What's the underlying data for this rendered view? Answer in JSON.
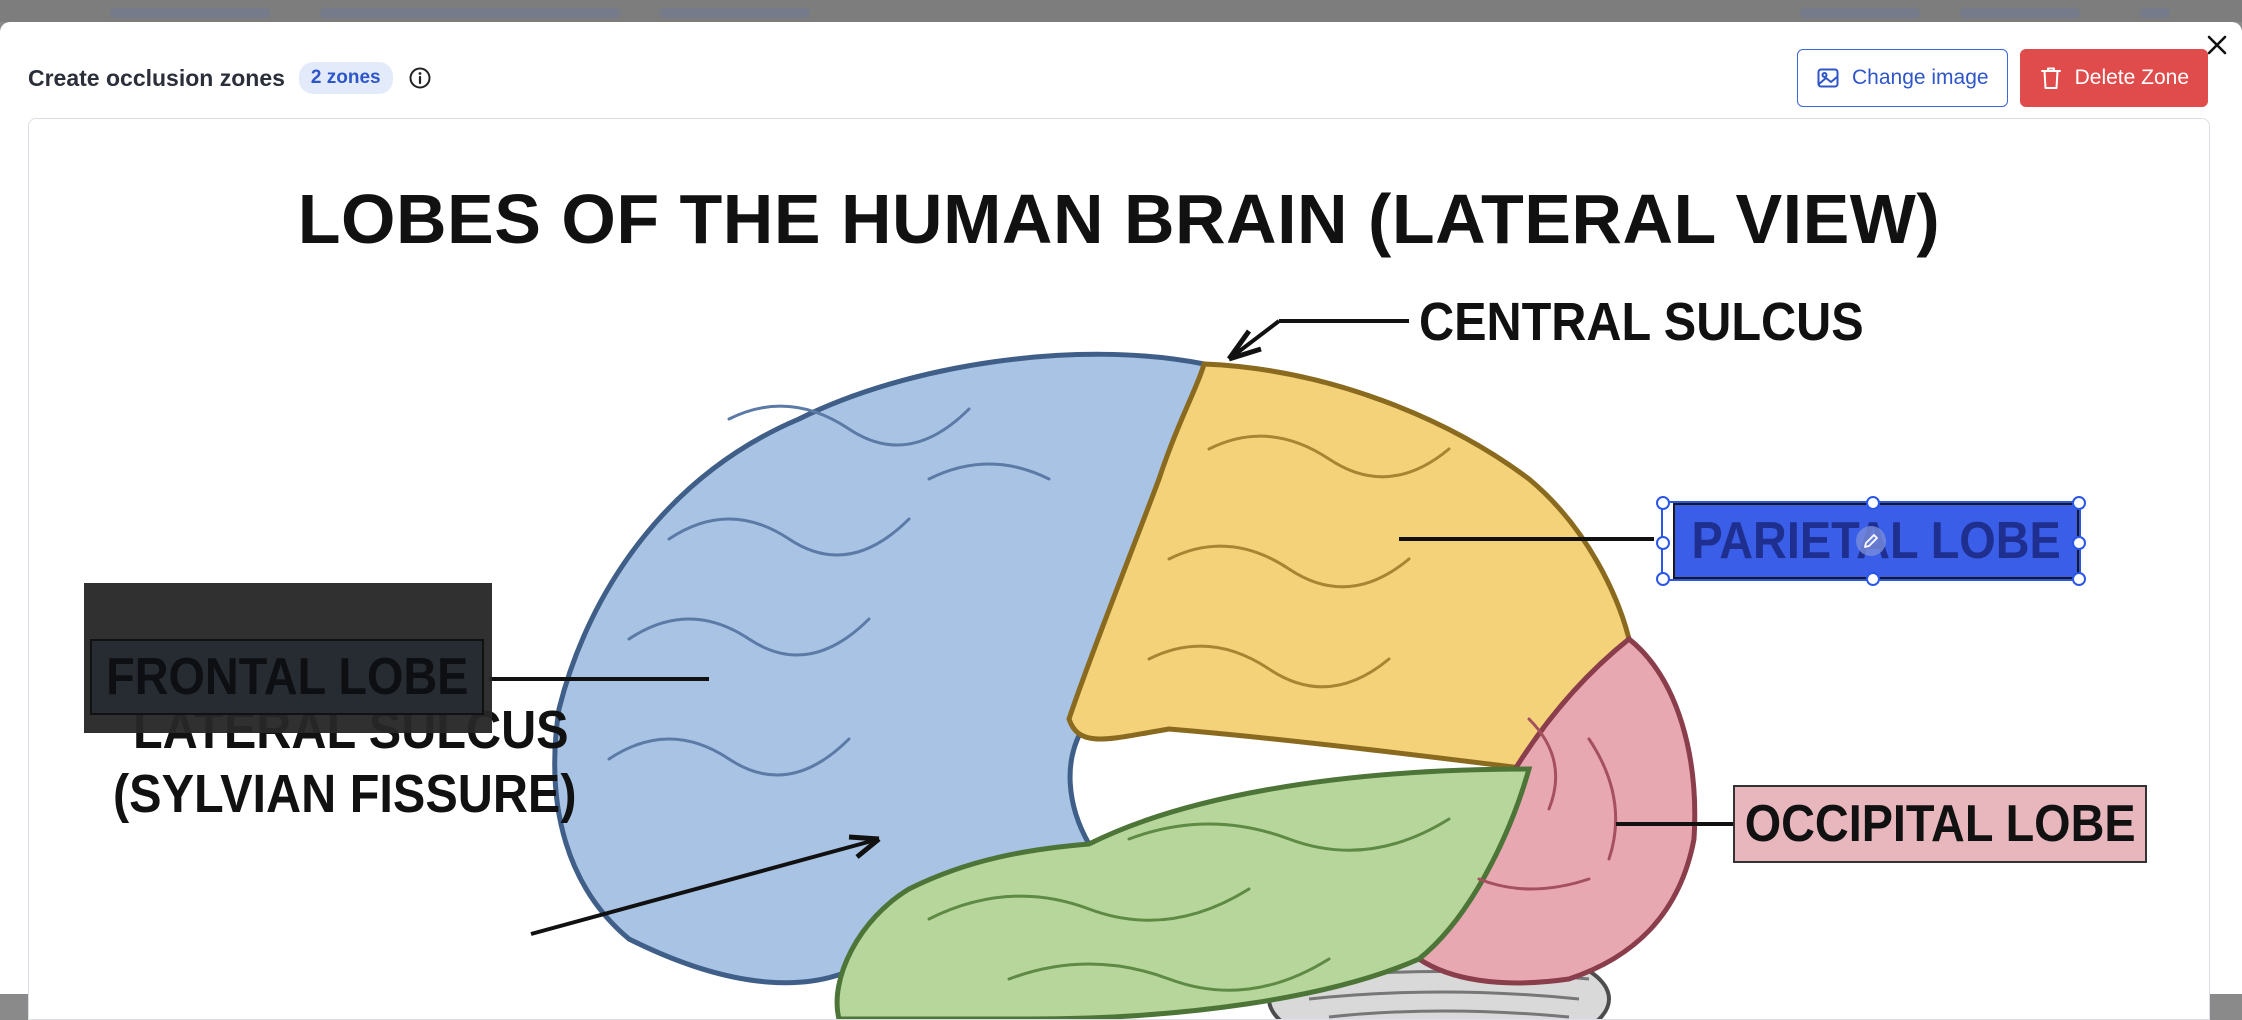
{
  "modal": {
    "title": "Create occlusion zones",
    "zone_count_badge": "2 zones",
    "change_image_label": "Change image",
    "delete_zone_label": "Delete Zone"
  },
  "image": {
    "heading": "LOBES OF THE HUMAN BRAIN (LATERAL VIEW)",
    "labels": {
      "central_sulcus": "CENTRAL SULCUS",
      "parietal_lobe": "PARIETAL LOBE",
      "frontal_lobe": "FRONTAL LOBE",
      "occipital_lobe": "OCCIPITAL LOBE",
      "lateral_sulcus": "LATERAL SULCUS",
      "sylvian_fissure": "(SYLVIAN FISSURE)"
    }
  },
  "colors": {
    "accent": "#2f56c9",
    "danger": "#e04b4b",
    "frontal_lobe": "#a9c3e4",
    "parietal_lobe": "#f4d27a",
    "temporal_lobe": "#b6d69b",
    "occipital_lobe": "#e8a8b2",
    "selected_zone": "#3a5ee8"
  },
  "icons": {
    "close": "close-icon",
    "info": "info-icon",
    "change_image": "image-icon",
    "delete": "trash-icon",
    "edit": "pencil-icon"
  }
}
